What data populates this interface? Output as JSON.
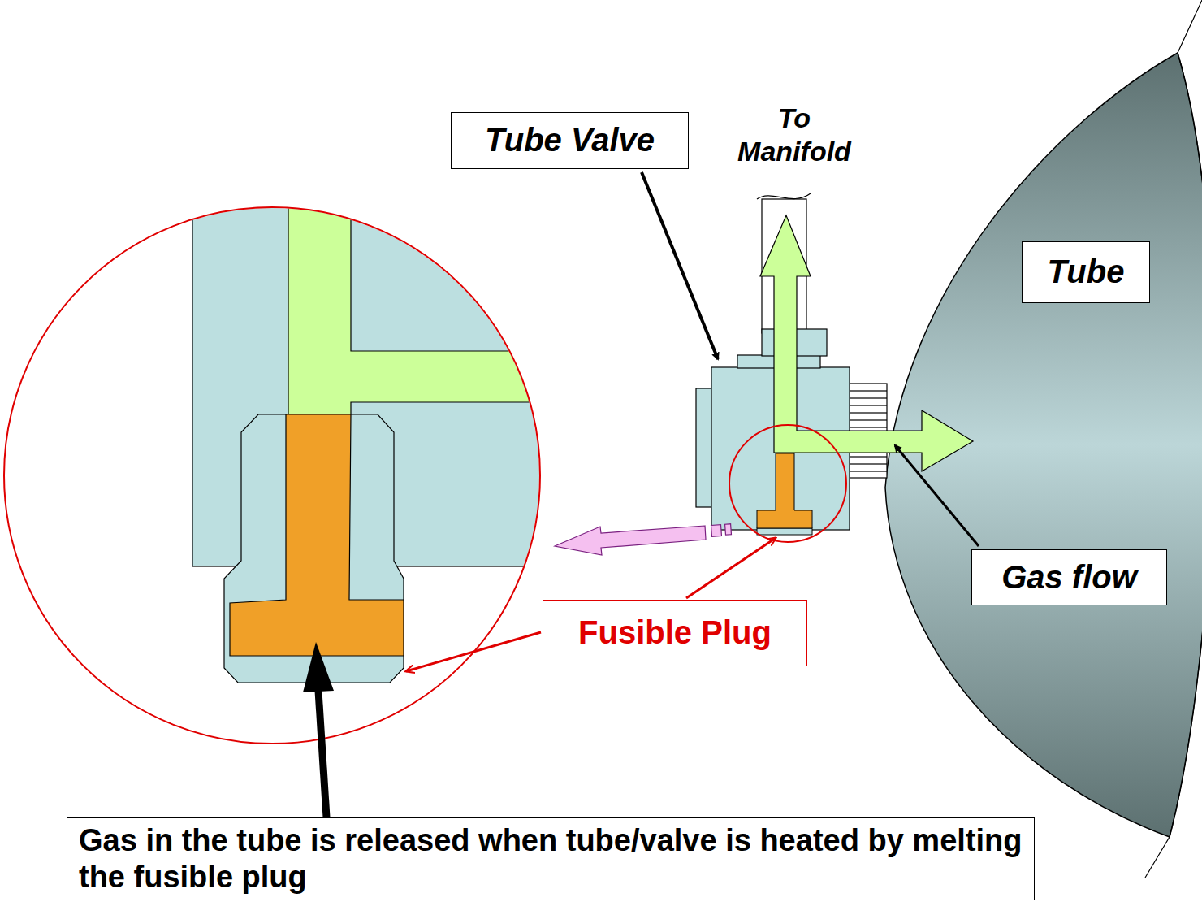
{
  "diagram": {
    "nodes": [
      {
        "text": [
          "Tube Valve"
        ]
      },
      {
        "text": [
          "Tube"
        ]
      },
      {
        "text": [
          "Gas flow"
        ]
      },
      {
        "text": [
          "Fusible Plug"
        ]
      },
      {
        "text": [
          "Gas in the tube is released when tube/valve is heated by melting the fusible plug"
        ]
      }
    ],
    "labels": [
      "To Manifold"
    ]
  }
}
